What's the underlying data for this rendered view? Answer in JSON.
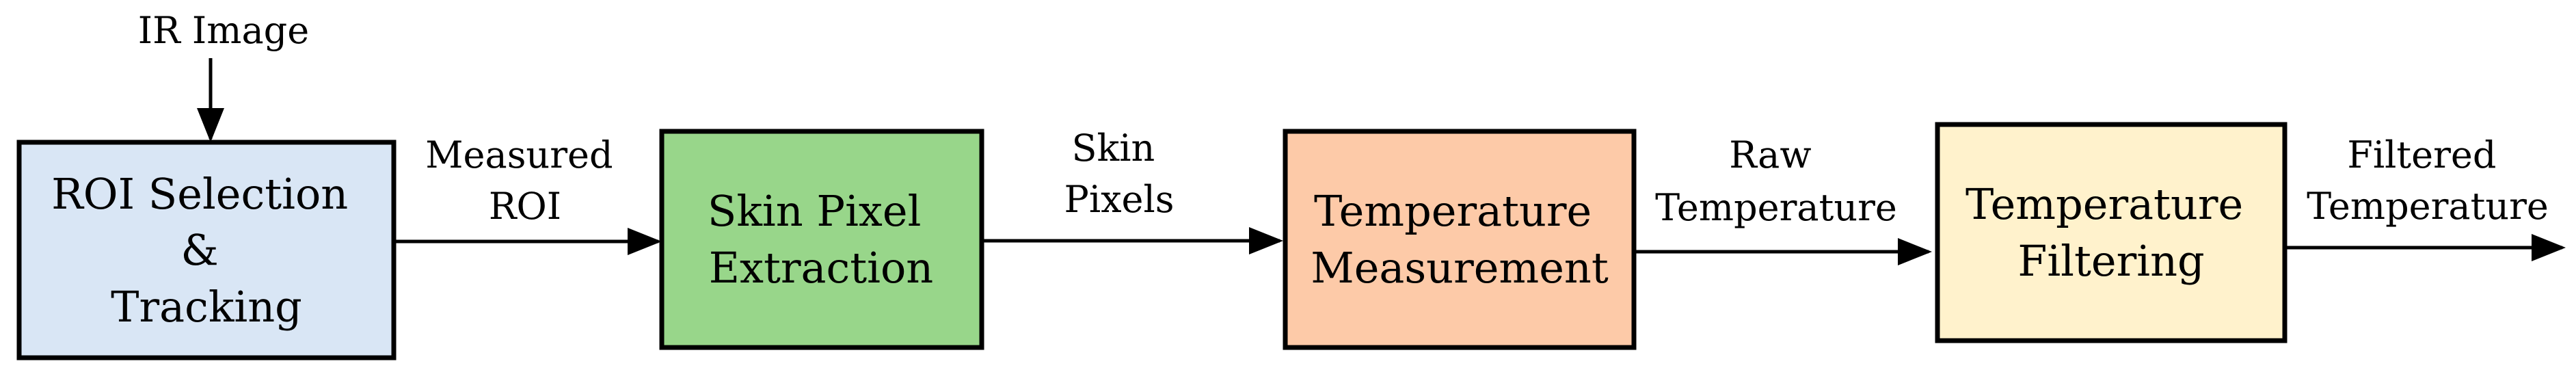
{
  "input_label": "IR Image",
  "blocks": [
    {
      "lines": [
        "ROI Selection",
        "&",
        "Tracking"
      ],
      "fill": "#d9e6f5"
    },
    {
      "lines": [
        "Skin Pixel",
        "Extraction"
      ],
      "fill": "#98d68a"
    },
    {
      "lines": [
        "Temperature",
        "Measurement"
      ],
      "fill": "#fdcaa8"
    },
    {
      "lines": [
        "Temperature",
        "Filtering"
      ],
      "fill": "#fff2cc"
    }
  ],
  "edges": [
    {
      "lines": [
        "Measured",
        "ROI"
      ]
    },
    {
      "lines": [
        "Skin",
        "Pixels"
      ]
    },
    {
      "lines": [
        "Raw",
        "Temperature"
      ]
    },
    {
      "lines": [
        "Filtered",
        "Temperature"
      ]
    }
  ],
  "colors": {
    "stroke": "#000000",
    "background": "#ffffff"
  }
}
